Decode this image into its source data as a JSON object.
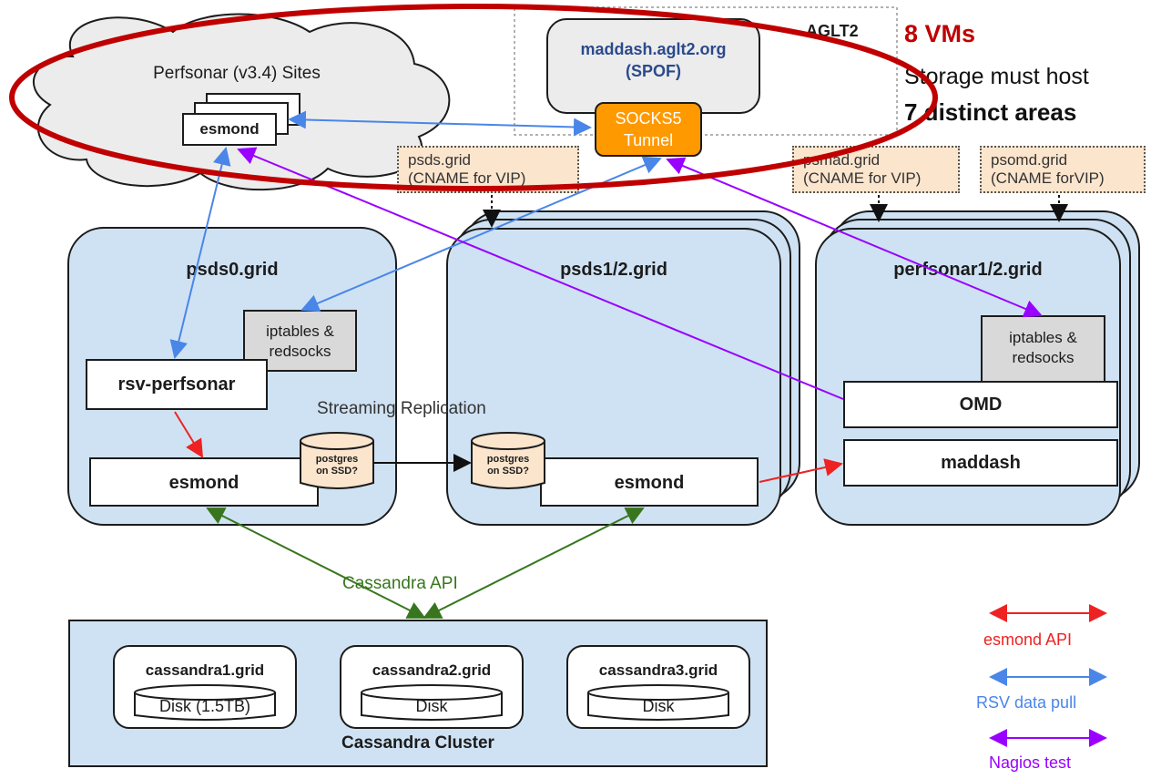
{
  "perfsonar_cloud": {
    "title": "Perfsonar (v3.4) Sites",
    "esmond": "esmond"
  },
  "aglt2": {
    "label": "AGLT2",
    "maddash_host": "maddash.aglt2.org",
    "spof": "(SPOF)",
    "socks_line1": "SOCKS5",
    "socks_line2": "Tunnel"
  },
  "callout": {
    "line1": "8 VMs",
    "line2": "Storage must host",
    "line3": "7 distinct areas"
  },
  "cnames": {
    "psds": {
      "line1": "psds.grid",
      "line2": "(CNAME for VIP)"
    },
    "psmad": {
      "line1": "psmad.grid",
      "line2": "(CNAME for VIP)"
    },
    "psomd": {
      "line1": "psomd.grid",
      "line2": "(CNAME forVIP)"
    }
  },
  "psds0": {
    "title": "psds0.grid",
    "iptables_line1": "iptables &",
    "iptables_line2": "redsocks",
    "rsv": "rsv-perfsonar",
    "esmond": "esmond",
    "postgres_line1": "postgres",
    "postgres_line2": "on SSD?"
  },
  "psds12": {
    "title": "psds1/2.grid",
    "esmond": "esmond",
    "postgres_line1": "postgres",
    "postgres_line2": "on SSD?"
  },
  "perfsonar12": {
    "title": "perfsonar1/2.grid",
    "iptables_line1": "iptables &",
    "iptables_line2": "redsocks",
    "omd": "OMD",
    "maddash": "maddash"
  },
  "streaming_label": "Streaming Replication",
  "cassandra_api_label": "Cassandra API",
  "cluster": {
    "title": "Cassandra Cluster",
    "nodes": [
      {
        "name": "cassandra1.grid",
        "disk": "Disk (1.5TB)"
      },
      {
        "name": "cassandra2.grid",
        "disk": "Disk"
      },
      {
        "name": "cassandra3.grid",
        "disk": "Disk"
      }
    ]
  },
  "legend": [
    {
      "label": "esmond API",
      "color": "#ee2222"
    },
    {
      "label": "RSV data pull",
      "color": "#4a86e8"
    },
    {
      "label": "Nagios test",
      "color": "#9900ff"
    }
  ],
  "colors": {
    "highlight_red": "#c00000",
    "socks_orange": "#ff9900",
    "maddash_blue": "#2b4a8b",
    "cassandra_green": "#38761d"
  }
}
